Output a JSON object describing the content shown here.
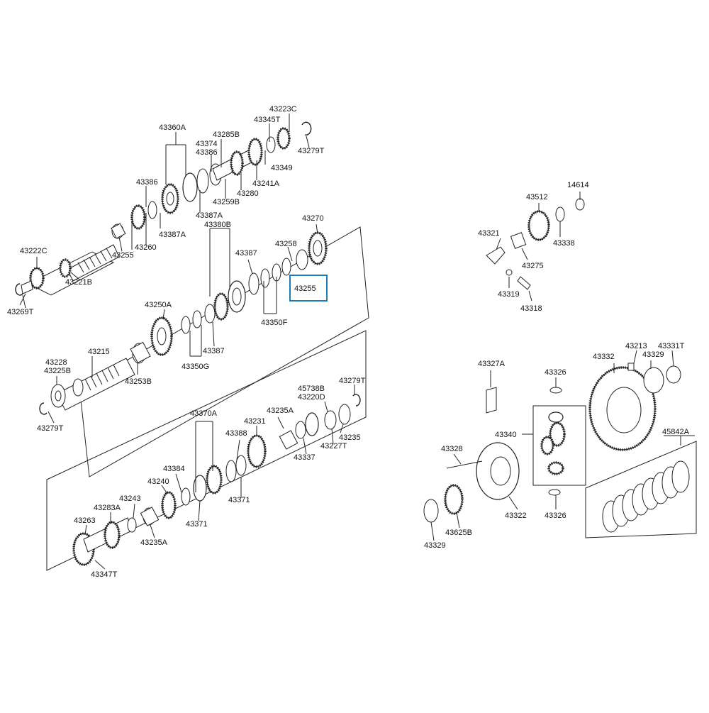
{
  "colors": {
    "highlight": "#1c7bb8",
    "ink": "#222222",
    "background": "#ffffff"
  },
  "highlighted_part": "43255",
  "labels": {
    "p43223C": "43223C",
    "p43345T": "43345T",
    "p43360A": "43360A",
    "p43285B": "43285B",
    "p43374": "43374",
    "p43386a": "43386",
    "p43279Ta": "43279T",
    "p43349": "43349",
    "p43241A": "43241A",
    "p43280": "43280",
    "p43259B": "43259B",
    "p43386b": "43386",
    "p43387Aa": "43387A",
    "p43387Ab": "43387A",
    "p43380B": "43380B",
    "p43270": "43270",
    "p43260": "43260",
    "p43255a": "43255",
    "p43222C": "43222C",
    "p43221B": "43221B",
    "p43269T": "43269T",
    "p43387a": "43387",
    "p43258": "43258",
    "p43255hl": "43255",
    "p43250A": "43250A",
    "p43350F": "43350F",
    "p43387b": "43387",
    "p43228": "43228",
    "p43225B": "43225B",
    "p43215": "43215",
    "p43253B": "43253B",
    "p43350G": "43350G",
    "p43279Tb": "43279T",
    "p45738B": "45738B",
    "p43220D": "43220D",
    "p43279Tc": "43279T",
    "p43370A": "43370A",
    "p43235Aa": "43235A",
    "p43231": "43231",
    "p43388": "43388",
    "p43235": "43235",
    "p43227T": "43227T",
    "p43337": "43337",
    "p43384": "43384",
    "p43240": "43240",
    "p43371a": "43371",
    "p43371b": "43371",
    "p43243": "43243",
    "p43283A": "43283A",
    "p43263": "43263",
    "p43235Ab": "43235A",
    "p43347T": "43347T",
    "p14614": "14614",
    "p43512": "43512",
    "p43321": "43321",
    "p43338": "43338",
    "p43275": "43275",
    "p43319": "43319",
    "p43318": "43318",
    "p43327A": "43327A",
    "p43326a": "43326",
    "p43332": "43332",
    "p43213": "43213",
    "p43331T": "43331T",
    "p43329a": "43329",
    "p43340": "43340",
    "p45842A": "45842A",
    "p43328": "43328",
    "p43322": "43322",
    "p43326b": "43326",
    "p43625B": "43625B",
    "p43329b": "43329"
  }
}
